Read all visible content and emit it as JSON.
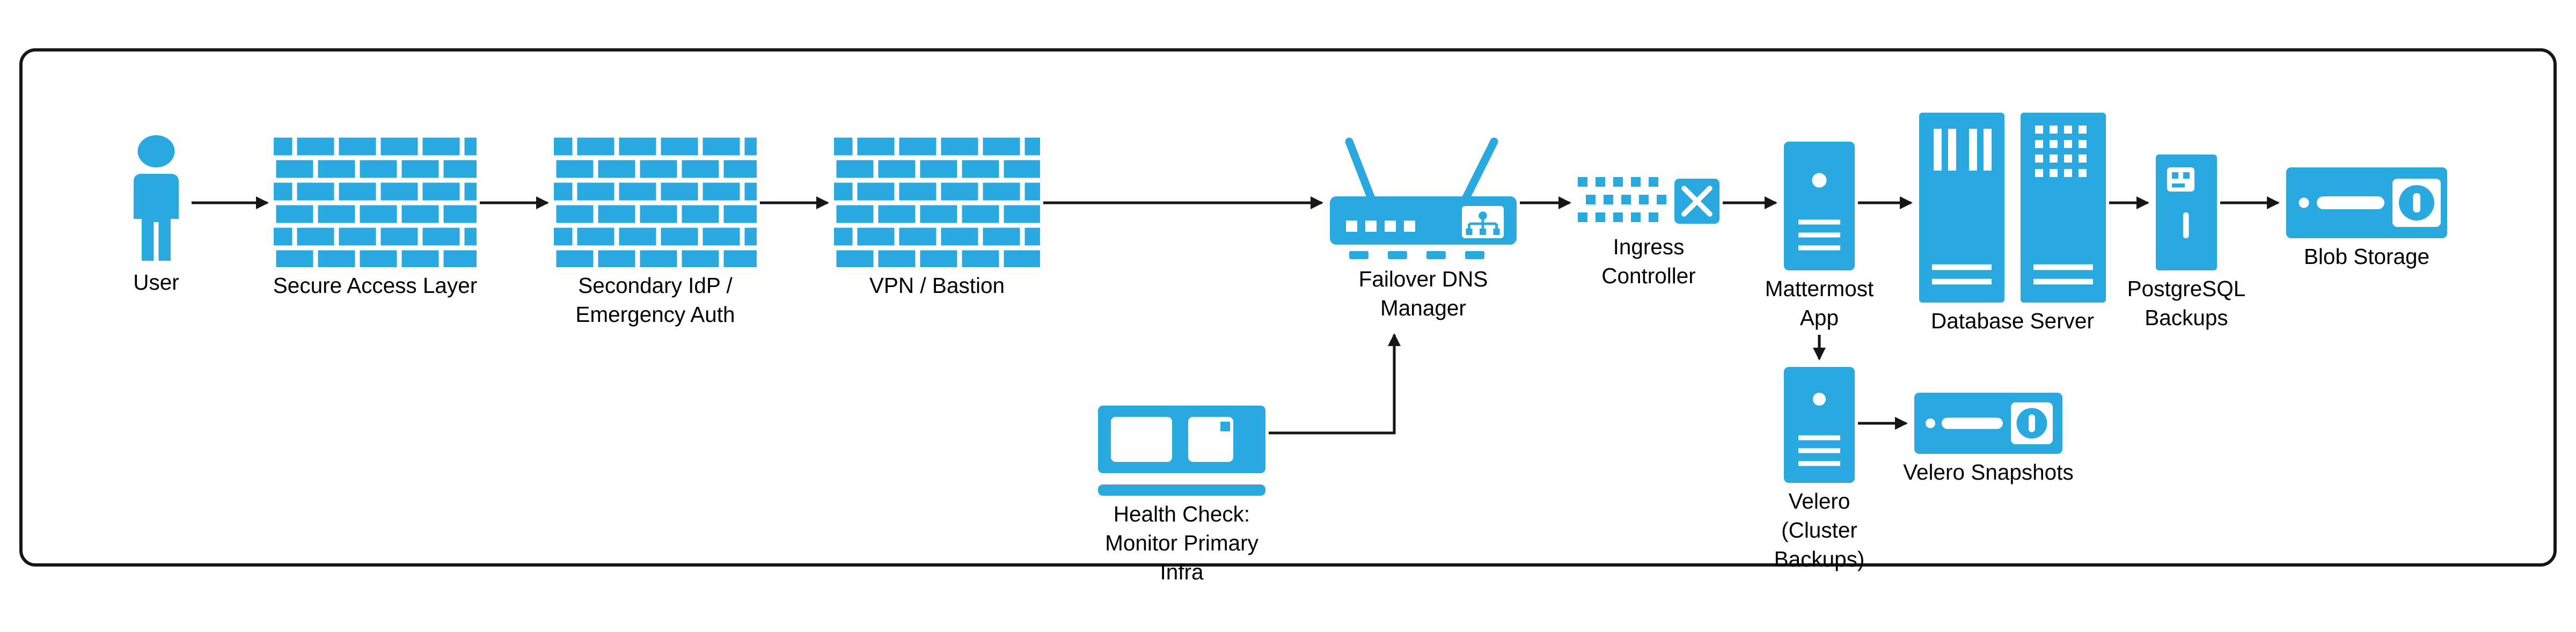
{
  "diagram": {
    "colors": {
      "accent": "#29A9E0",
      "line": "#161616"
    },
    "nodes": {
      "user": {
        "label": "User",
        "icon": "user-icon"
      },
      "secure_access_layer": {
        "label": "Secure Access Layer",
        "icon": "firewall-icon"
      },
      "secondary_idp": {
        "label": "Secondary IdP /\nEmergency Auth",
        "icon": "firewall-icon"
      },
      "vpn_bastion": {
        "label": "VPN / Bastion",
        "icon": "firewall-icon"
      },
      "failover_dns": {
        "label": "Failover DNS\nManager",
        "icon": "router-icon"
      },
      "ingress_controller": {
        "label": "Ingress\nController",
        "icon": "load-balancer-icon"
      },
      "mattermost_app": {
        "label": "Mattermost\nApp",
        "icon": "server-tower-icon"
      },
      "database_server": {
        "label": "Database Server",
        "icon": "database-server-icon"
      },
      "postgresql_backups": {
        "label": "PostgreSQL\nBackups",
        "icon": "backup-server-icon"
      },
      "blob_storage": {
        "label": "Blob Storage",
        "icon": "storage-disk-icon"
      },
      "health_check": {
        "label": "Health Check:\nMonitor Primary\nInfra",
        "icon": "health-check-icon"
      },
      "velero": {
        "label": "Velero\n(Cluster\nBackups)",
        "icon": "server-tower-icon"
      },
      "velero_snapshots": {
        "label": "Velero Snapshots",
        "icon": "storage-disk-icon"
      }
    },
    "edges": [
      {
        "from": "User",
        "to": "Secure Access Layer"
      },
      {
        "from": "Secure Access Layer",
        "to": "Secondary IdP / Emergency Auth"
      },
      {
        "from": "Secondary IdP / Emergency Auth",
        "to": "VPN / Bastion"
      },
      {
        "from": "VPN / Bastion",
        "to": "Failover DNS Manager"
      },
      {
        "from": "Failover DNS Manager",
        "to": "Ingress Controller"
      },
      {
        "from": "Ingress Controller",
        "to": "Mattermost App"
      },
      {
        "from": "Mattermost App",
        "to": "Database Server"
      },
      {
        "from": "Database Server",
        "to": "PostgreSQL Backups"
      },
      {
        "from": "PostgreSQL Backups",
        "to": "Blob Storage"
      },
      {
        "from": "Health Check: Monitor Primary Infra",
        "to": "Failover DNS Manager"
      },
      {
        "from": "Mattermost App",
        "to": "Velero (Cluster Backups)"
      },
      {
        "from": "Velero (Cluster Backups)",
        "to": "Velero Snapshots"
      }
    ]
  }
}
